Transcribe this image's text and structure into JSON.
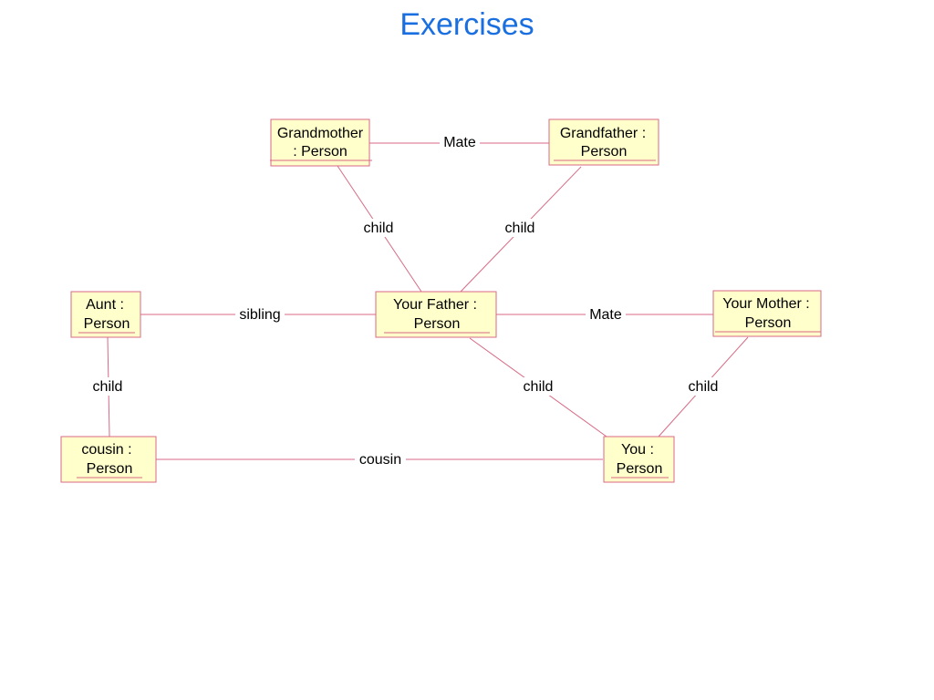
{
  "title": "Exercises",
  "colors": {
    "title": "#1a6fe0",
    "node_fill": "#ffffcc",
    "node_border": "#d86a84",
    "edge": "#d86a84"
  },
  "nodes": {
    "grandmother": {
      "line1": "Grandmother",
      "line2": ": Person"
    },
    "grandfather": {
      "line1": "Grandfather :",
      "line2": "Person"
    },
    "aunt": {
      "line1": "Aunt :",
      "line2": "Person"
    },
    "father": {
      "line1": "Your Father :",
      "line2": "Person"
    },
    "mother": {
      "line1": "Your Mother :",
      "line2": "Person"
    },
    "cousin": {
      "line1": "cousin :",
      "line2": "Person"
    },
    "you": {
      "line1": "You :",
      "line2": "Person"
    }
  },
  "edges": {
    "grandparents_mate": "Mate",
    "grandmother_child": "child",
    "grandfather_child": "child",
    "aunt_sibling": "sibling",
    "parents_mate": "Mate",
    "aunt_child": "child",
    "father_child": "child",
    "mother_child": "child",
    "cousin_link": "cousin"
  }
}
